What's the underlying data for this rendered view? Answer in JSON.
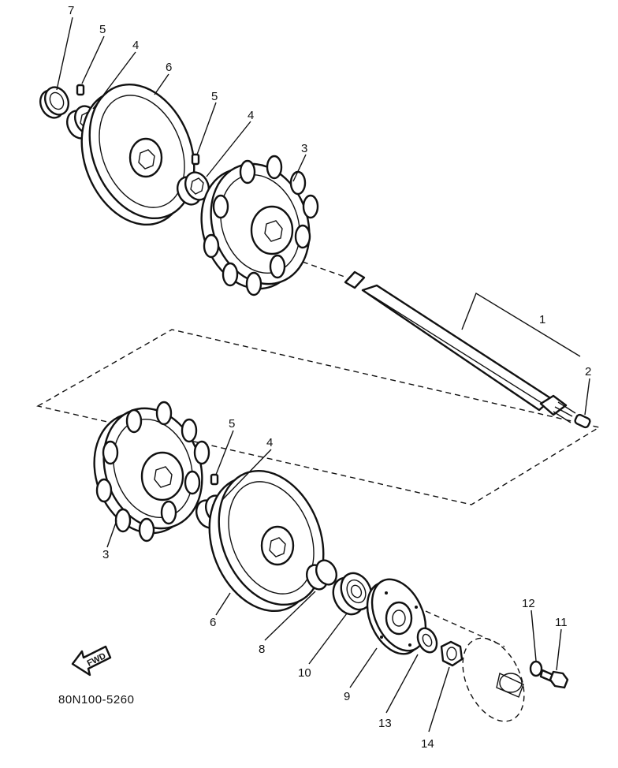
{
  "diagram": {
    "part_code": "80N100-5260",
    "fwd_label": "FWD",
    "callouts": [
      "7",
      "5",
      "4",
      "6",
      "5",
      "4",
      "3",
      "1",
      "2",
      "3",
      "5",
      "4",
      "6",
      "8",
      "10",
      "9",
      "13",
      "14",
      "12",
      "11"
    ]
  }
}
